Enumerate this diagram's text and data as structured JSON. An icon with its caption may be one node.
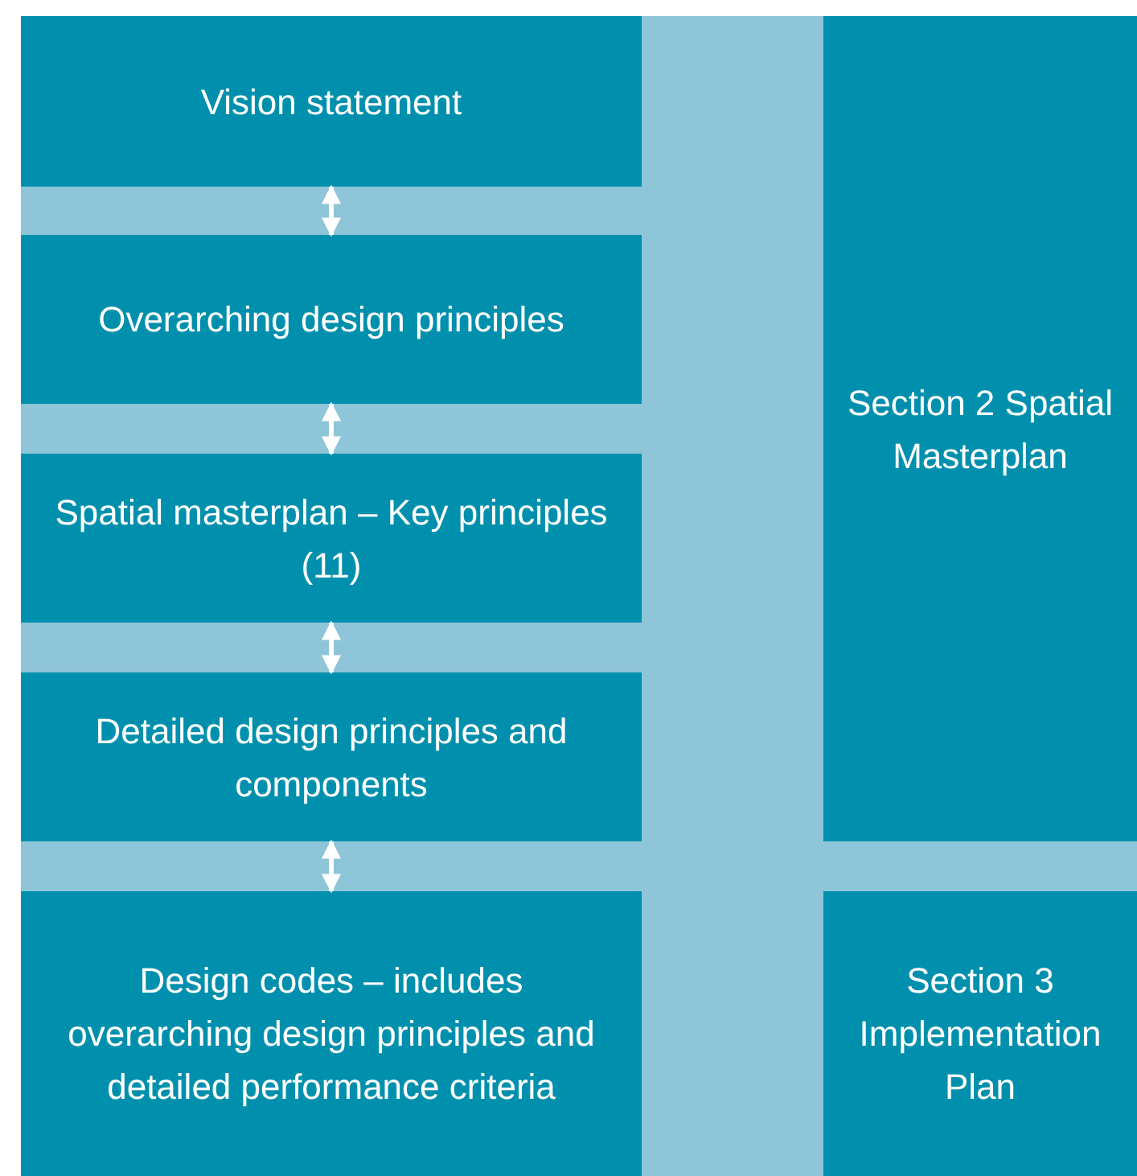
{
  "diagram": {
    "nodes": [
      {
        "text": [
          "Vision statement"
        ]
      },
      {
        "text": [
          "Overarching design principles"
        ]
      },
      {
        "text": [
          "Spatial masterplan – Key principles (11)"
        ]
      },
      {
        "text": [
          "Detailed design principles and components"
        ]
      },
      {
        "text": [
          "Design codes – includes overarching design principles and detailed performance criteria"
        ]
      },
      {
        "text": [
          "Section 2 Spatial Masterplan"
        ]
      },
      {
        "text": [
          "Section 3 Implementation Plan"
        ]
      }
    ],
    "edges": [
      {
        "from": 0,
        "to": 1,
        "arrow": "both"
      },
      {
        "from": 1,
        "to": 2,
        "arrow": "both"
      },
      {
        "from": 2,
        "to": 3,
        "arrow": "both"
      },
      {
        "from": 3,
        "to": 4,
        "arrow": "both"
      }
    ]
  }
}
